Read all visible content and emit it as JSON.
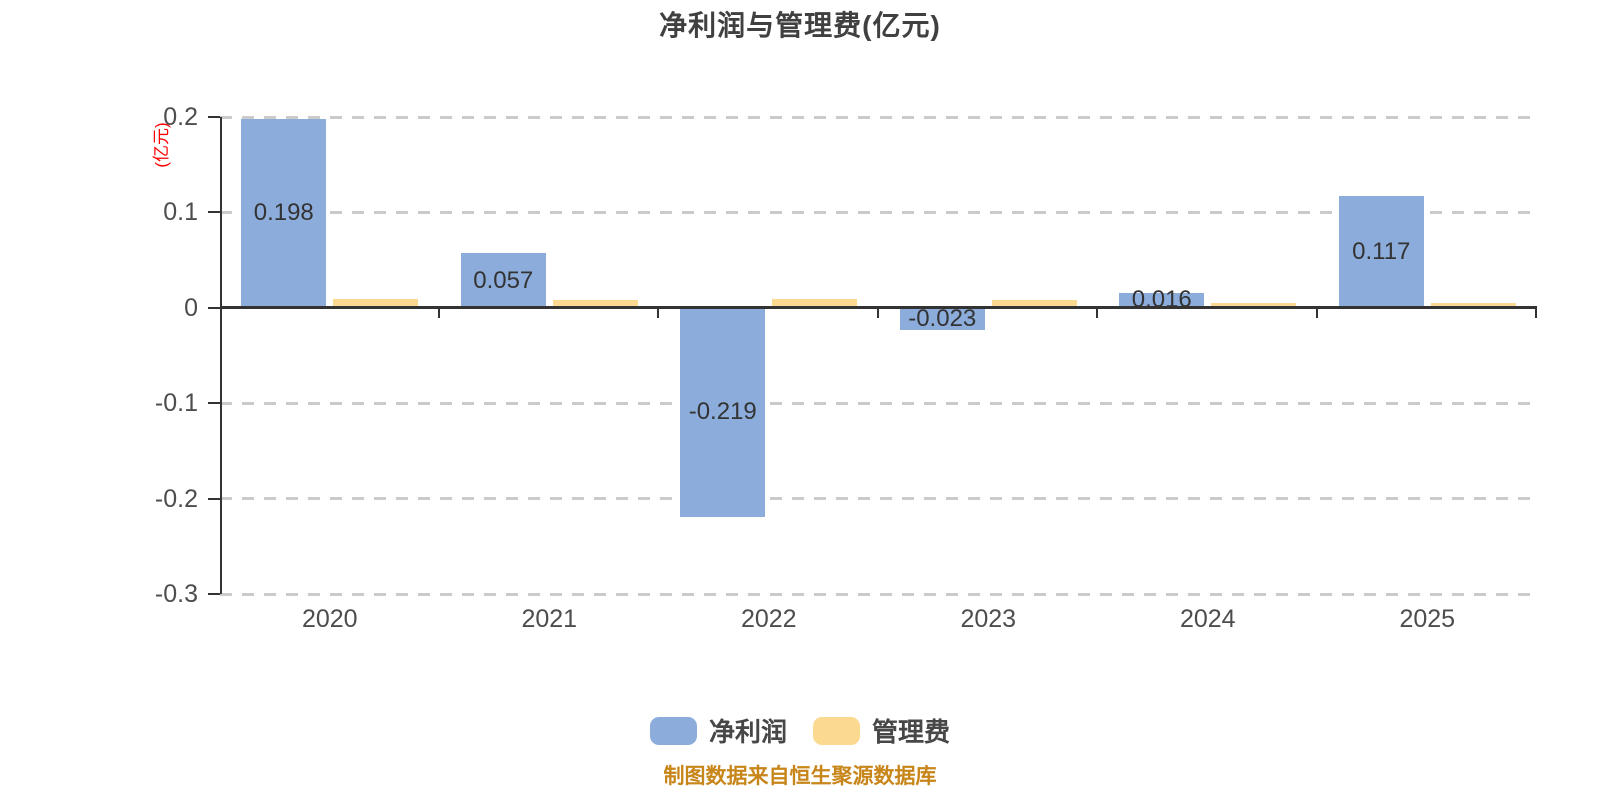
{
  "header": {
    "title": "净利润与管理费(亿元)"
  },
  "chart_data": {
    "type": "bar",
    "title": "净利润与管理费(亿元)",
    "ylabel": "(亿元)",
    "xlabel": "",
    "categories": [
      "2020",
      "2021",
      "2022",
      "2023",
      "2024",
      "2025"
    ],
    "series": [
      {
        "name": "净利润",
        "color": "#8CACDB",
        "values": [
          0.198,
          0.057,
          -0.219,
          -0.023,
          0.016,
          0.117
        ],
        "labels": [
          "0.198",
          "0.057",
          "-0.219",
          "-0.023",
          "0.016",
          "0.117"
        ],
        "show_labels": true
      },
      {
        "name": "管理费",
        "color": "#FBD990",
        "values": [
          0.009,
          0.008,
          0.009,
          0.008,
          0.005,
          0.005
        ],
        "labels": [],
        "show_labels": false
      }
    ],
    "ytick_labels": [
      "0.2",
      "0.1",
      "0",
      "-0.1",
      "-0.2",
      "-0.3"
    ],
    "ytick_values": [
      0.2,
      0.1,
      0,
      -0.1,
      -0.2,
      -0.3
    ],
    "ylim": [
      -0.3,
      0.2
    ],
    "grid": "horizontal-dashed",
    "legend_position": "bottom"
  },
  "legend": {
    "items": [
      {
        "label": "净利润",
        "color": "#8CACDB"
      },
      {
        "label": "管理费",
        "color": "#FBD990"
      }
    ]
  },
  "footer": {
    "source_note": "制图数据来自恒生聚源数据库"
  },
  "colors": {
    "net_profit_bar": "#8CACDB",
    "management_fee_bar": "#FBD990",
    "axis_line": "#333333",
    "grid_line": "#CBCBCB",
    "tick_label": "#4D4D4D",
    "title": "#404040",
    "y_unit_label": "#FF0000",
    "source_note": "#C8861A",
    "bar_label": "#333333"
  }
}
